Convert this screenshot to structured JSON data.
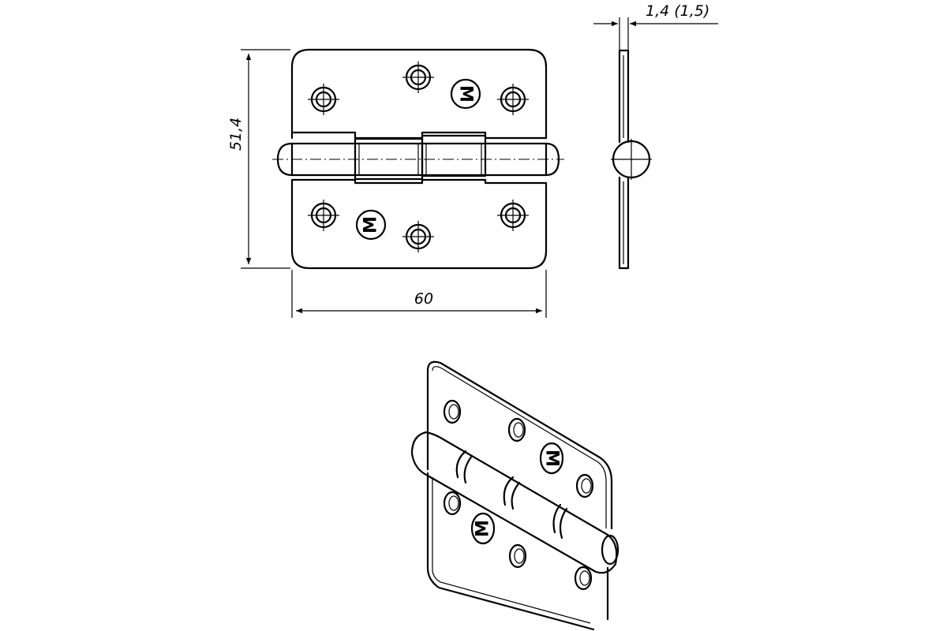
{
  "dimensions": {
    "width": "60",
    "height": "51,4",
    "thickness": "1,4 (1,5)"
  },
  "logo": {
    "letter": "M"
  }
}
